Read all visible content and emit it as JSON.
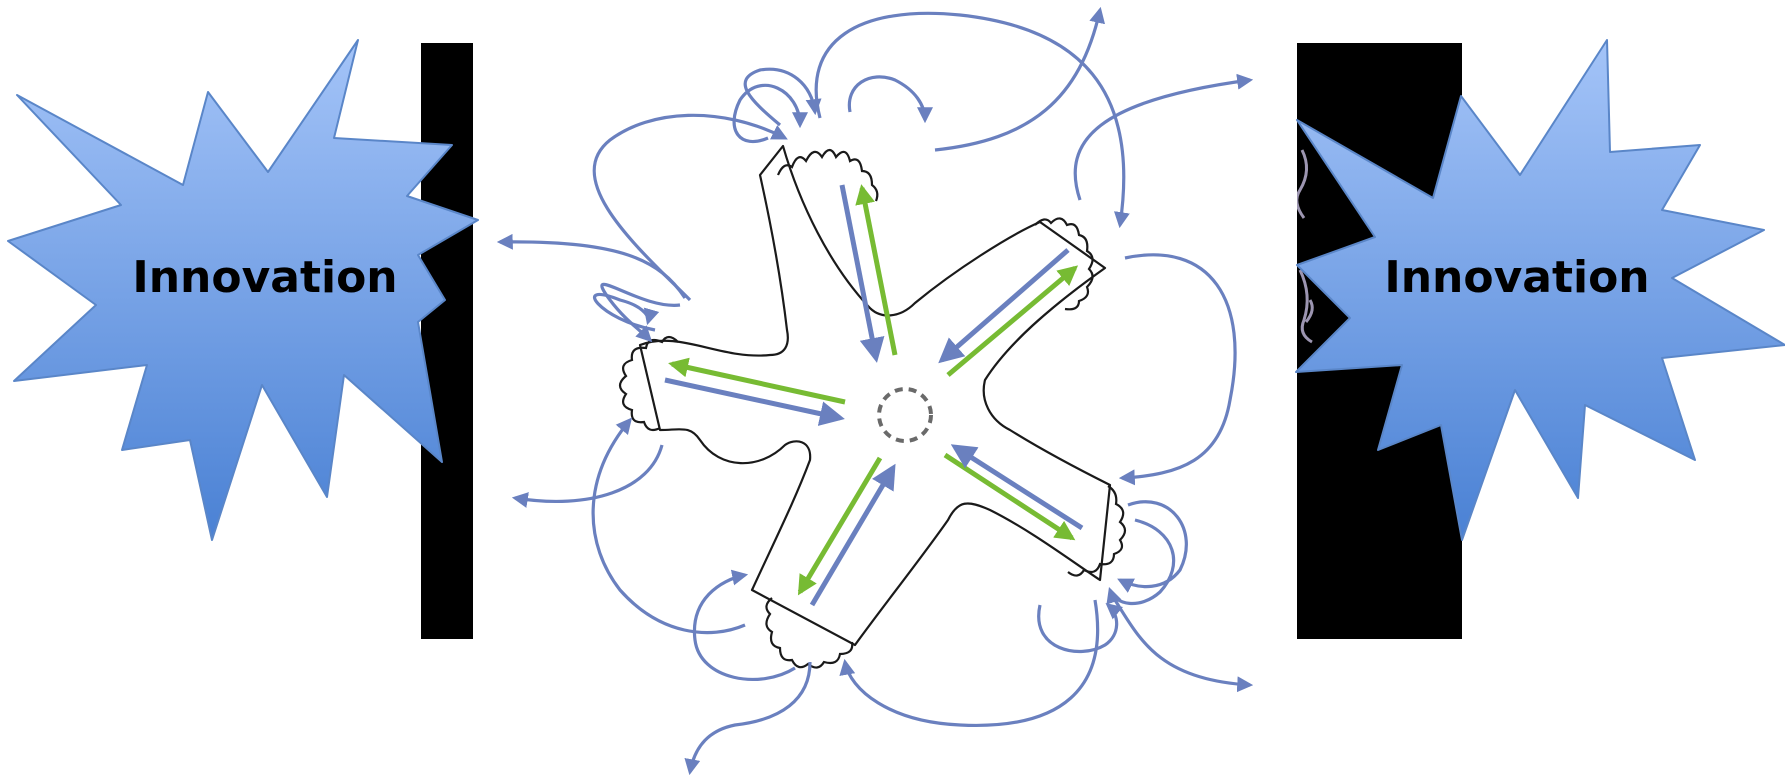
{
  "slide": {
    "left_star": {
      "label": "Innovation"
    },
    "right_star": {
      "label": "Innovation"
    }
  },
  "colors": {
    "background": "#ffffff",
    "black_panel": "#000000",
    "star_top": "#9ebff7",
    "star_bottom": "#4d84d6",
    "star_stroke": "#5a86c8",
    "flow_arrow_blue": "#6a80bf",
    "flow_arrow_green": "#77bb33",
    "outline": "#1a1a1a",
    "center_circle": "#6a6a6a"
  },
  "diagram": {
    "center_circle_icon": "dashed-circle",
    "arms": 5
  }
}
